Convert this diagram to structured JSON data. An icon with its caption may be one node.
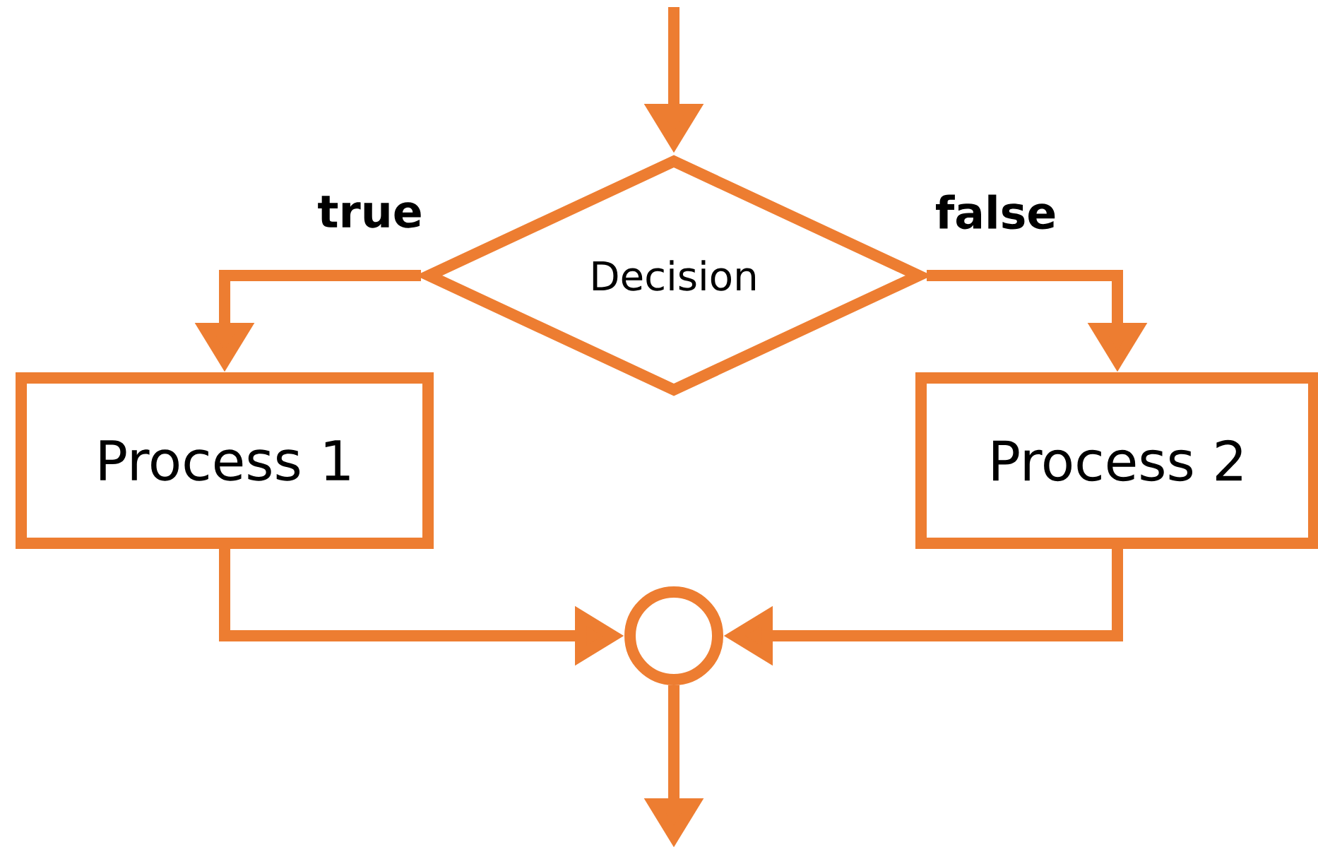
{
  "diagram": {
    "nodes": [
      {
        "text": [
          "Decision"
        ]
      },
      {
        "text": [
          "Process 1"
        ]
      },
      {
        "text": [
          "Process 2"
        ]
      },
      {
        "text": [],
        "shape": "circle"
      }
    ],
    "edges": [
      {
        "from": null,
        "to": 0,
        "arrow": "to"
      },
      {
        "from": 0,
        "to": 1,
        "arrow": "to",
        "label": "true"
      },
      {
        "from": 0,
        "to": 2,
        "arrow": "to",
        "label": "false"
      },
      {
        "from": 1,
        "to": 3,
        "arrow": "to"
      },
      {
        "from": 2,
        "to": 3,
        "arrow": "to"
      },
      {
        "from": 3,
        "to": null,
        "arrow": "to"
      }
    ]
  }
}
